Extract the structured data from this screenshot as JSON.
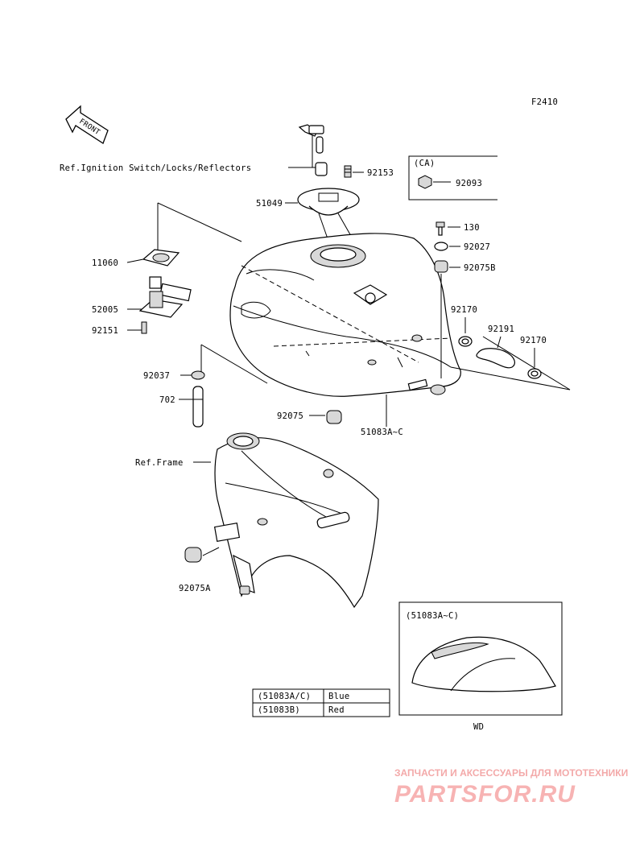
{
  "figure_code": "F2410",
  "front_label": "FRONT",
  "refs": {
    "ignition": "Ref.Ignition Switch/Locks/Reflectors",
    "frame": "Ref.Frame"
  },
  "parts": {
    "p92153": "92153",
    "p51049": "51049",
    "p11060": "11060",
    "p52005": "52005",
    "p92151": "92151",
    "p92037": "92037",
    "p702": "702",
    "p92075": "92075",
    "p51083": "51083A~C",
    "p130": "130",
    "p92027": "92027",
    "p92075B": "92075B",
    "p92170a": "92170",
    "p92191": "92191",
    "p92170b": "92170",
    "p92075A": "92075A"
  },
  "ca_box": {
    "header": "(CA)",
    "part": "92093"
  },
  "inset": {
    "header": "(51083A~C)",
    "caption": "WD"
  },
  "color_table": [
    {
      "code": "(51083A/C)",
      "color": "Blue"
    },
    {
      "code": "(51083B)",
      "color": "Red"
    }
  ],
  "watermark": {
    "tagline": "ЗАПЧАСТИ И АКСЕССУАРЫ ДЛЯ МОТОТЕХНИКИ",
    "brand": "PARTSFOR.RU"
  }
}
